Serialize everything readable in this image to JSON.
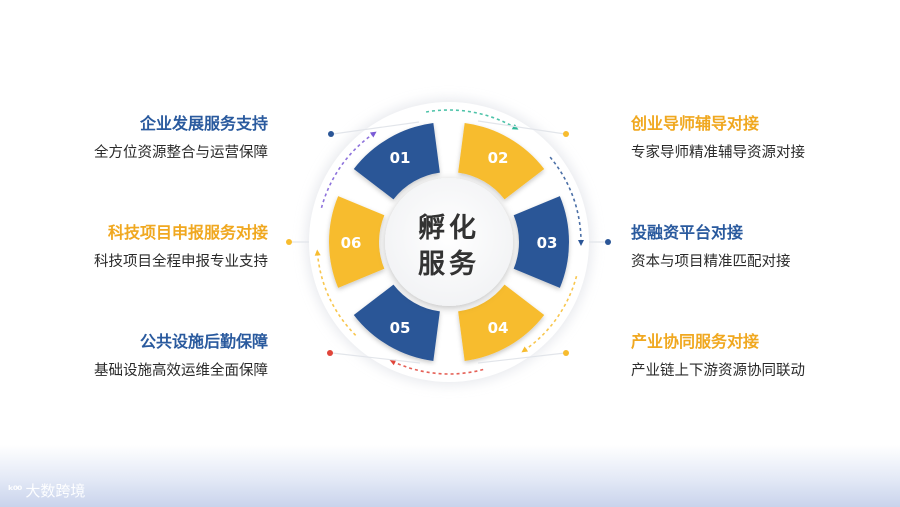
{
  "center": {
    "line1": "孵化",
    "line2": "服务"
  },
  "segments": [
    {
      "number": "01",
      "color": "#2b5697"
    },
    {
      "number": "02",
      "color": "#f7bc2f"
    },
    {
      "number": "03",
      "color": "#2b5697"
    },
    {
      "number": "04",
      "color": "#f7bc2f"
    },
    {
      "number": "05",
      "color": "#2b5697"
    },
    {
      "number": "06",
      "color": "#f7bc2f"
    }
  ],
  "left_items": [
    {
      "title": "企业发展服务支持",
      "desc": "全方位资源整合与运营保障"
    },
    {
      "title": "科技项目申报服务对接",
      "desc": "科技项目全程申报专业支持"
    },
    {
      "title": "公共设施后勤保障",
      "desc": "基础设施高效运维全面保障"
    }
  ],
  "right_items": [
    {
      "title": "创业导师辅导对接",
      "desc": "专家导师精准辅导资源对接"
    },
    {
      "title": "投融资平台对接",
      "desc": "资本与项目精准匹配对接"
    },
    {
      "title": "产业协同服务对接",
      "desc": "产业链上下游资源协同联动"
    }
  ],
  "colors": {
    "blue": "#2b5697",
    "gold": "#f7bc2f",
    "title_blue": "#2a5a9e",
    "title_gold": "#f0a820",
    "dot_red": "#e0453a"
  },
  "watermark": {
    "logo": "ᵏ⁰⁰",
    "text": "大数跨境"
  }
}
